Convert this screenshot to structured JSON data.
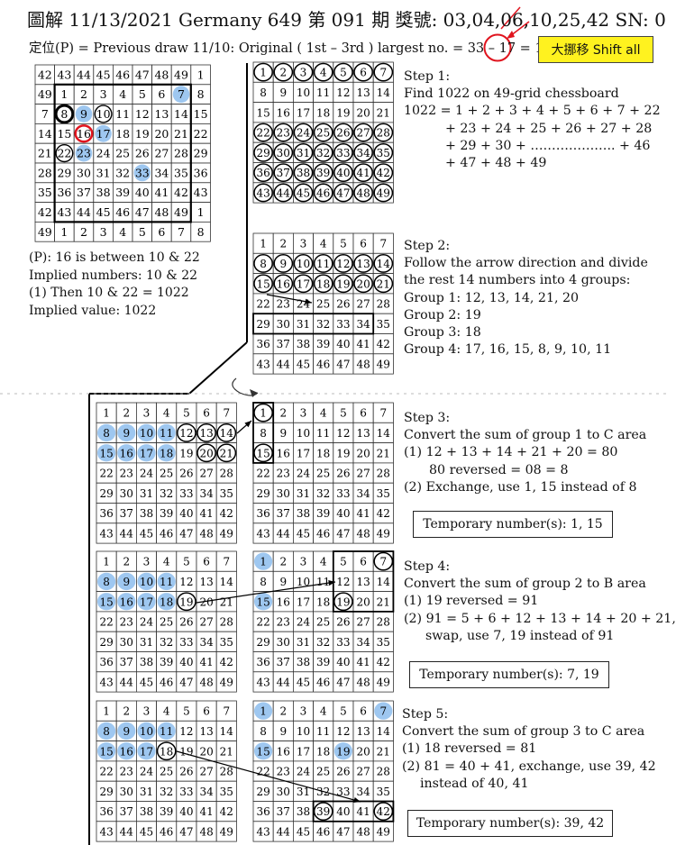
{
  "header": {
    "title": "圖解 11/13/2021 Germany 649 第 091 期 獎號: 03,04,06,10,25,42 SN: 0",
    "subtitle": "定位(P) = Previous draw 11/10: Original ( 1st – 3rd ) largest no. = 33 – 17 = 16",
    "shift_label": "大挪移 Shift all"
  },
  "colors": {
    "blue": "#9ec7f0",
    "red": "#e0141e",
    "yellow": "#fff21f"
  },
  "left_note": [
    "(P): 16 is between 10 & 22",
    "Implied  numbers:  10 & 22",
    "(1) Then 10 & 22 = 1022",
    "Implied value:   1022"
  ],
  "top_grid": {
    "rows": [
      [
        42,
        43,
        44,
        45,
        46,
        47,
        48,
        49,
        1
      ],
      [
        49,
        1,
        2,
        3,
        4,
        5,
        6,
        7,
        8
      ],
      [
        7,
        8,
        9,
        10,
        11,
        12,
        13,
        14,
        15
      ],
      [
        14,
        15,
        16,
        17,
        18,
        19,
        20,
        21,
        22
      ],
      [
        21,
        22,
        23,
        24,
        25,
        26,
        27,
        28,
        29
      ],
      [
        28,
        29,
        30,
        31,
        32,
        33,
        34,
        35,
        36
      ],
      [
        35,
        36,
        37,
        38,
        39,
        40,
        41,
        42,
        43
      ],
      [
        42,
        43,
        44,
        45,
        46,
        47,
        48,
        49,
        1
      ],
      [
        49,
        1,
        2,
        3,
        4,
        5,
        6,
        7,
        8
      ]
    ]
  },
  "steps": [
    {
      "lines": [
        "Step 1:",
        "Find 1022 on 49-grid chessboard",
        "1022 = 1 + 2 + 3 + 4 + 5 + 6 + 7 + 22",
        "+ 23 + 24 + 25 + 26 + 27 + 28",
        "+ 29 + 30 + ………………..  + 46",
        "+ 47 + 48 + 49"
      ]
    },
    {
      "lines": [
        "Step 2:",
        "Follow the arrow direction and divide",
        "the rest 14 numbers into 4 groups:",
        "Group 1:  12, 13, 14, 21, 20",
        "Group 2:  19",
        "Group 3:  18",
        "Group 4:  17, 16, 15, 8, 9, 10, 11"
      ]
    },
    {
      "lines": [
        "Step 3:",
        "Convert the sum of group 1 to C area",
        "(1) 12 + 13 + 14 + 21 + 20 = 80",
        "80 reversed = 08 = 8",
        "(2) Exchange, use 1, 15 instead of 8"
      ],
      "temp": "Temporary number(s):  1, 15"
    },
    {
      "lines": [
        "Step 4:",
        "Convert the sum of group 2 to B area",
        "(1) 19 reversed = 91",
        "(2) 91 = 5 + 6 + 12 + 13 + 14 + 20 + 21,",
        "swap, use 7, 19 instead of 91"
      ],
      "temp": "Temporary number(s):  7, 19"
    },
    {
      "lines": [
        "Step 5:",
        "Convert the sum of group 3 to C area",
        "(1) 18 reversed = 81",
        "(2) 81 = 40 + 41, exchange, use 39, 42",
        "instead of 40, 41"
      ],
      "temp": "Temporary number(s):  39, 42"
    }
  ]
}
